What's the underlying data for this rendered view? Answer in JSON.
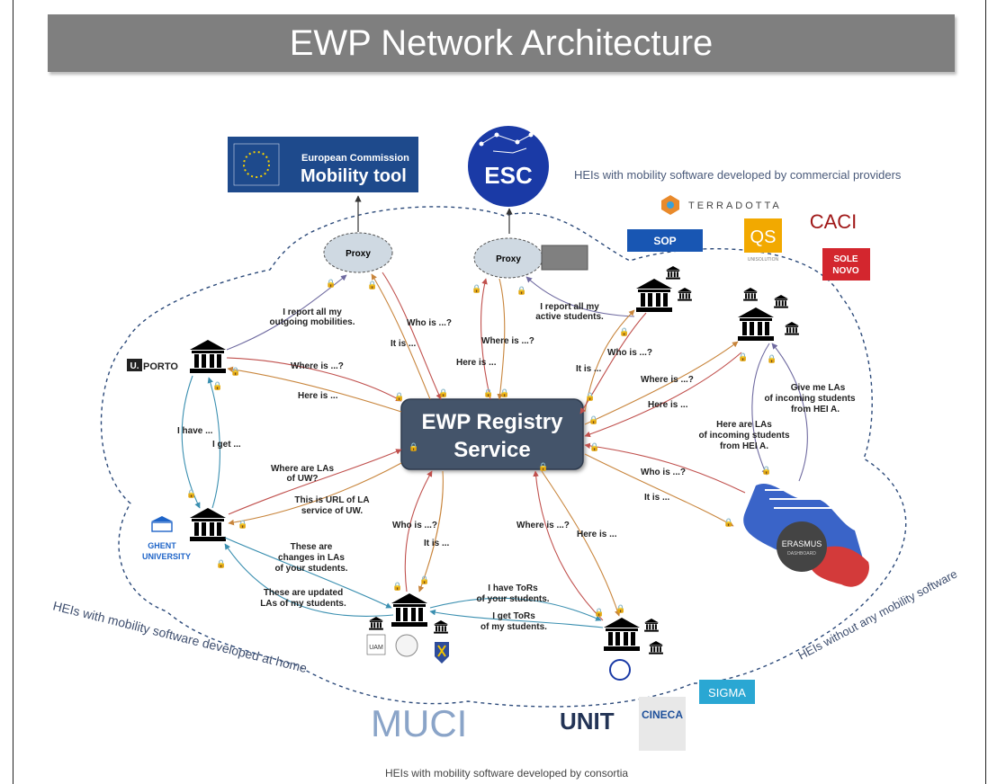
{
  "title": "EWP Network Architecture",
  "registry": {
    "line1": "EWP Registry",
    "line2": "Service"
  },
  "proxy": {
    "left": "Proxy",
    "right": "Proxy"
  },
  "mobility_tool": {
    "line1": "European Commission",
    "line2": "Mobility tool"
  },
  "esc": "ESC",
  "captions": {
    "commercial": "HEIs with mobility software developed by commercial providers",
    "home": "HEIs with mobility software developed at home",
    "none": "HEIs without any mobility  software",
    "consortia": "HEIs with mobility software developed by consortia"
  },
  "vendors": {
    "terradotta": "TERRADOTTA",
    "sop": "SOP",
    "qs": "QS",
    "qs_sub": "UNISOLUTION",
    "caci": "CACI",
    "sole1": "SOLE",
    "sole2": "NOVO",
    "muci": "MUCI",
    "unit": "UNIT",
    "cineca": "CINECA",
    "sigma": "SIGMA"
  },
  "institutions": {
    "uporto_u": "U.",
    "uporto": "PORTO",
    "ghent1": "GHENT",
    "ghent2": "UNIVERSITY",
    "erasmus": "ERASMUS",
    "erasmus_sub": "DASHBOARD"
  },
  "labels": {
    "report_outgoing1": "I report all my",
    "report_outgoing2": "outgoing mobilities.",
    "report_active1": "I report all my",
    "report_active2": "active students.",
    "who_is_proxy": "Who is ...?",
    "it_is_proxy": "It is ...",
    "where_is_proxy2": "Where is ...?",
    "here_is_proxy2": "Here is ...",
    "who_is_tr": "Who is ...?",
    "it_is_tr": "It is ...",
    "where_is_r": "Where is ...?",
    "here_is_r": "Here is ...",
    "where_is_up": "Where is ...?",
    "here_is_up": "Here is ...",
    "i_have": "I have ...",
    "i_get": "I get ...",
    "where_las1": "Where are LAs",
    "where_las2": "of UW?",
    "url_la1": "This is URL of LA",
    "url_la2": "service of UW.",
    "who_is_uw": "Who is ...?",
    "it_is_uw": "It is ...",
    "where_is_lu": "Where is ...?",
    "here_is_lu": "Here is ...",
    "changes1": "These are",
    "changes2": "changes in LAs",
    "changes3": "of your students.",
    "updated1": "These are updated",
    "updated2": "LAs of my students.",
    "tors1": "I have ToRs",
    "tors2": "of your students.",
    "gettors1": "I get ToRs",
    "gettors2": "of my students.",
    "who_is_er": "Who is ...?",
    "it_is_er": "It is ...",
    "give_las1": "Give me LAs",
    "give_las2": "of incoming students",
    "give_las3": "from HEI A.",
    "here_las1": "Here are LAs",
    "here_las2": "of incoming students",
    "here_las3": "from HEI A."
  }
}
